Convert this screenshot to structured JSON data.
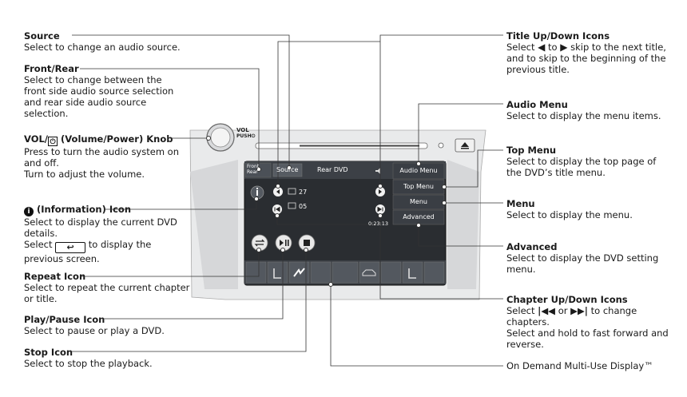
{
  "callouts": {
    "source": {
      "title": "Source",
      "desc": "Select to change an audio source."
    },
    "front_rear": {
      "title": "Front/Rear",
      "desc": "Select to change between the front side audio source selection and rear side audio source selection."
    },
    "vol": {
      "title_pre": "VOL/",
      "power_symbol": "⏻",
      "title_post": " (Volume/Power) Knob",
      "desc1": "Press to turn the audio system on and off.",
      "desc2": "Turn to adjust the volume."
    },
    "info": {
      "symbol": "i",
      "title": " (Information) Icon",
      "desc1": "Select to display the current DVD details.",
      "desc2_pre": "Select",
      "back_symbol": "↩",
      "desc2_post": "to display the previous screen."
    },
    "repeat": {
      "title": "Repeat Icon",
      "desc": "Select to repeat the current chapter or title."
    },
    "play_pause": {
      "title": "Play/Pause Icon",
      "desc": "Select to pause or play a DVD."
    },
    "stop": {
      "title": "Stop Icon",
      "desc": "Select to stop the playback."
    },
    "title_updown": {
      "title": "Title Up/Down Icons",
      "desc_pre": "Select",
      "left_symbol": "◀",
      "desc_mid": "to",
      "right_symbol": "▶",
      "desc_post": "skip to the next title, and to skip to the beginning of the previous title."
    },
    "audio_menu": {
      "title": "Audio Menu",
      "desc": "Select to display the menu items."
    },
    "top_menu": {
      "title": "Top Menu",
      "desc": "Select to display the top page of the DVD’s title menu."
    },
    "menu": {
      "title": "Menu",
      "desc": "Select to display the menu."
    },
    "advanced": {
      "title": "Advanced",
      "desc": "Select to display the DVD setting menu."
    },
    "chapter_updown": {
      "title": "Chapter Up/Down Icons",
      "desc_pre": "Select",
      "prev_symbol": "|◀◀",
      "desc_mid": "or",
      "next_symbol": "▶▶|",
      "desc_post": "to change chapters.",
      "desc2": "Select and hold to fast forward and reverse."
    },
    "on_demand": {
      "label": "On Demand Multi-Use Display™"
    }
  },
  "screen": {
    "front_label": "Front",
    "rear_label": "Rear",
    "source_label": "Source",
    "source_value": "Rear DVD",
    "title_number": "27",
    "chapter_number": "05",
    "elapsed_time": "0:23:13",
    "audio_menu": "Audio Menu",
    "top_menu": "Top Menu",
    "menu": "Menu",
    "advanced": "Advanced",
    "vol_label": "VOL",
    "push_label": "PUSH⏻"
  },
  "colors": {
    "screen_bg": "#2a2d31",
    "panel": "#d4d6d8",
    "button": "#3a3e44",
    "accent_text": "#ffffff"
  }
}
